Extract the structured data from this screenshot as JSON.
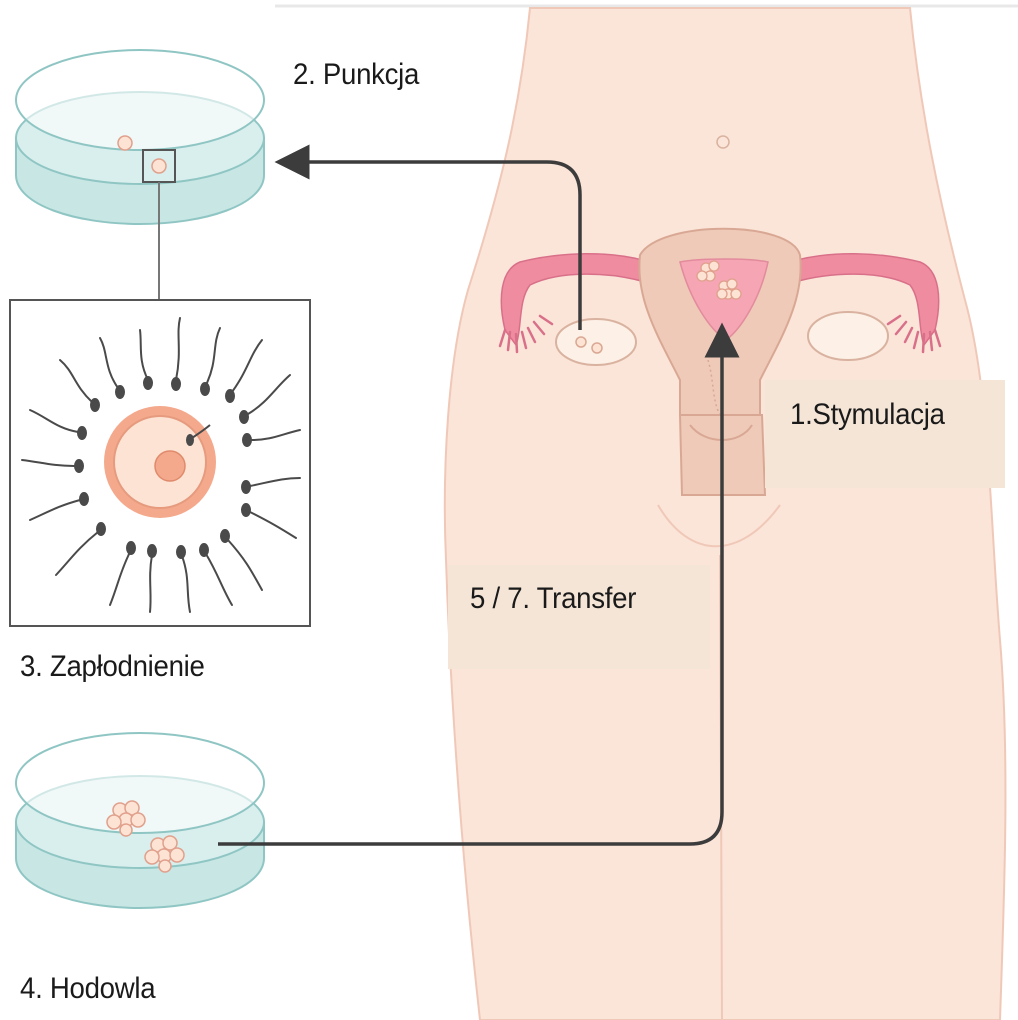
{
  "diagram": {
    "steps": {
      "stimulation": "1.Stymulacja",
      "puncture": "2. Punkcja",
      "fertilization": "3. Zapłodnienie",
      "culture": "4. Hodowla",
      "transfer": "5 / 7. Transfer"
    },
    "colors": {
      "skin": "#fbe4d8",
      "skin_outline": "#f0c8b8",
      "uterus": "#efcab8",
      "uterus_dark": "#e0ab97",
      "fallopian_pink": "#ef8c9f",
      "ovary": "#fdf0e6",
      "dish_liquid": "#c7e6e4",
      "dish_rim": "#8fc6c4",
      "label_box": "#f4e5d7",
      "arrow": "#3c3c3c",
      "egg_outer": "#f4a98c",
      "egg_inner": "#fde3d4",
      "sperm": "#3c3c3c"
    }
  }
}
